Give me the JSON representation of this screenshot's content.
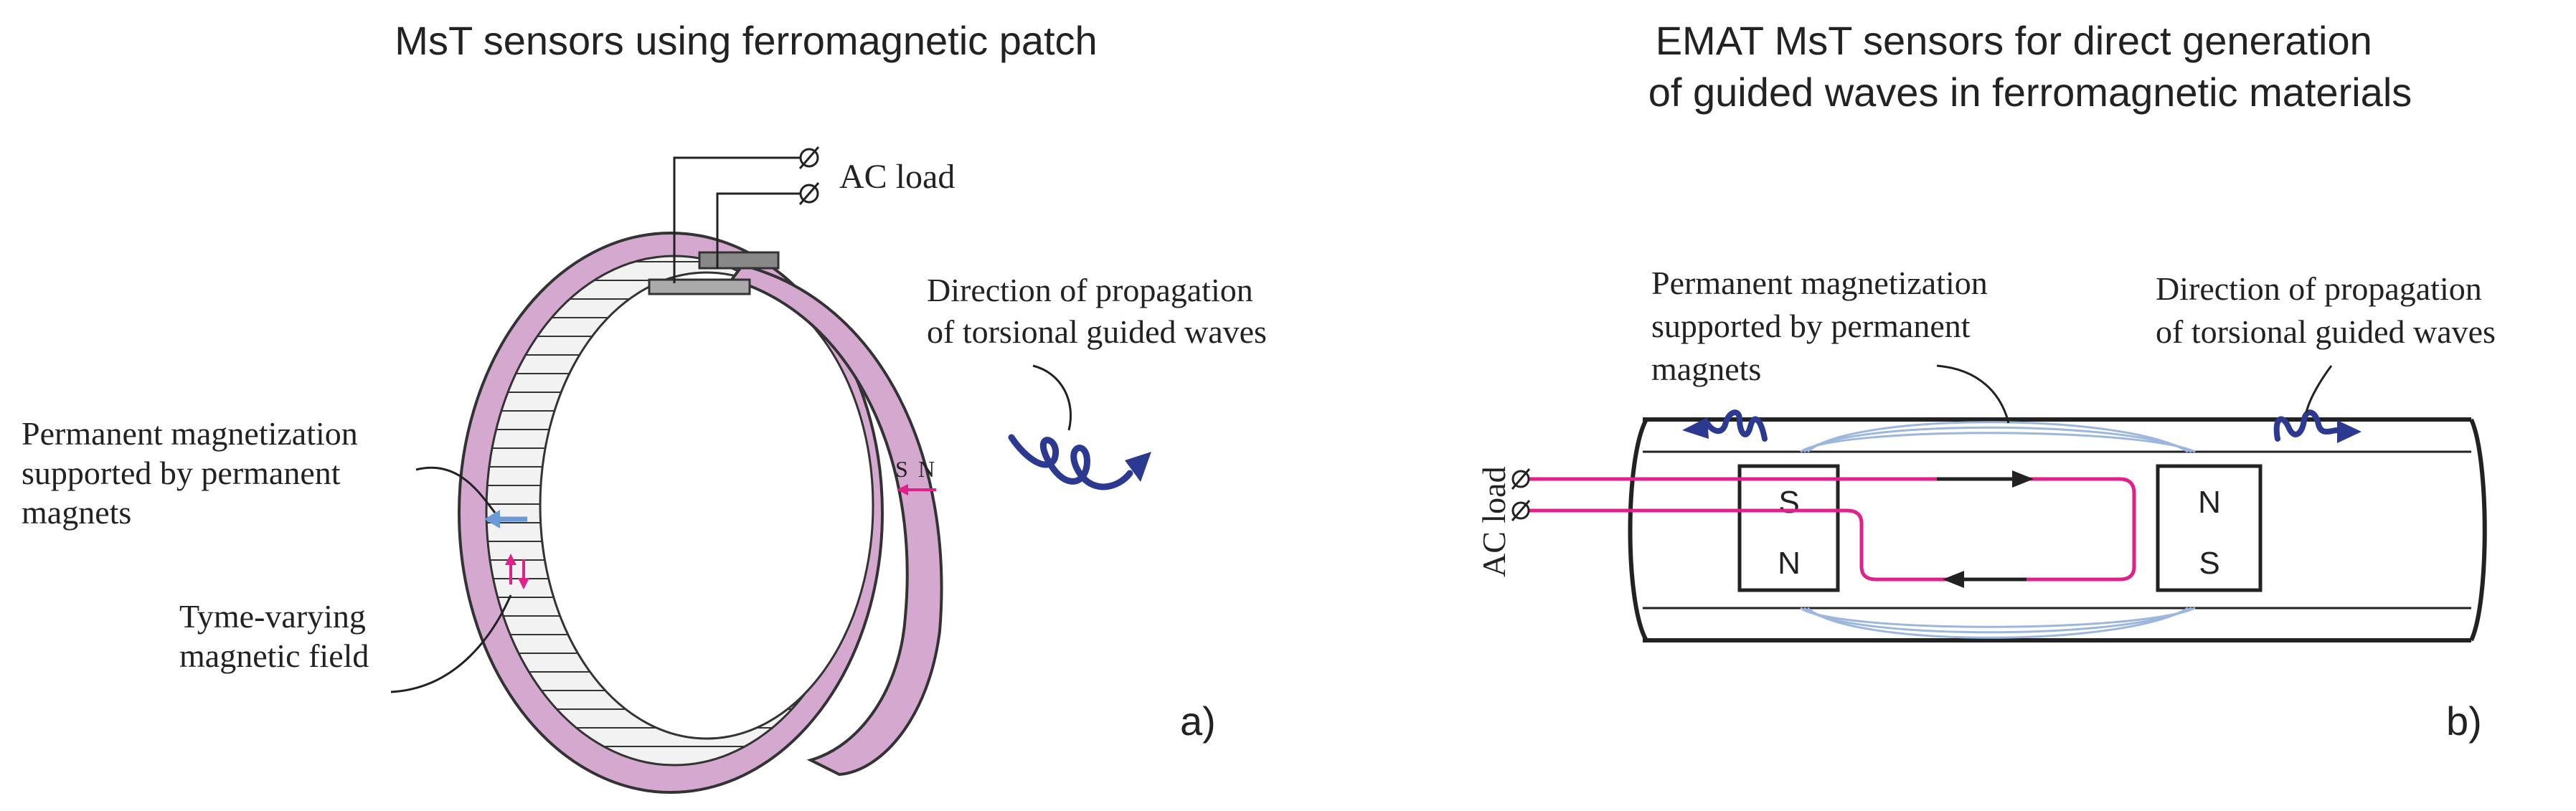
{
  "panel_a": {
    "title": "MsT sensors using ferromagnetic patch",
    "ac_load": "AC load",
    "propagation_line1": "Direction of propagation",
    "propagation_line2": "of torsional guided waves",
    "perm_line1": "Permanent magnetization",
    "perm_line2": "supported by permanent",
    "perm_line3": "magnets",
    "tyme_line1": "Tyme-varying",
    "tyme_line2": "magnetic field",
    "sn_s": "S",
    "sn_n": "N",
    "panel_label": "a)"
  },
  "panel_b": {
    "title_line1": "EMAT MsT sensors for direct generation",
    "title_line2": "of guided waves in ferromagnetic materials",
    "perm_line1": "Permanent magnetization",
    "perm_line2": "supported by permanent",
    "perm_line3": "magnets",
    "propagation_line1": "Direction of propagation",
    "propagation_line2": "of torsional guided waves",
    "ac_load": "AC load",
    "magnet_left_top": "S",
    "magnet_left_bottom": "N",
    "magnet_right_top": "N",
    "magnet_right_bottom": "S",
    "panel_label": "b)"
  },
  "colors": {
    "patch_pink": "#d4a8cf",
    "coil_magenta": "#e0218a",
    "wave_blue": "#2b3990",
    "field_blue": "#6a9bd6",
    "flux_blue": "#9cb6de",
    "outline": "#222222"
  }
}
